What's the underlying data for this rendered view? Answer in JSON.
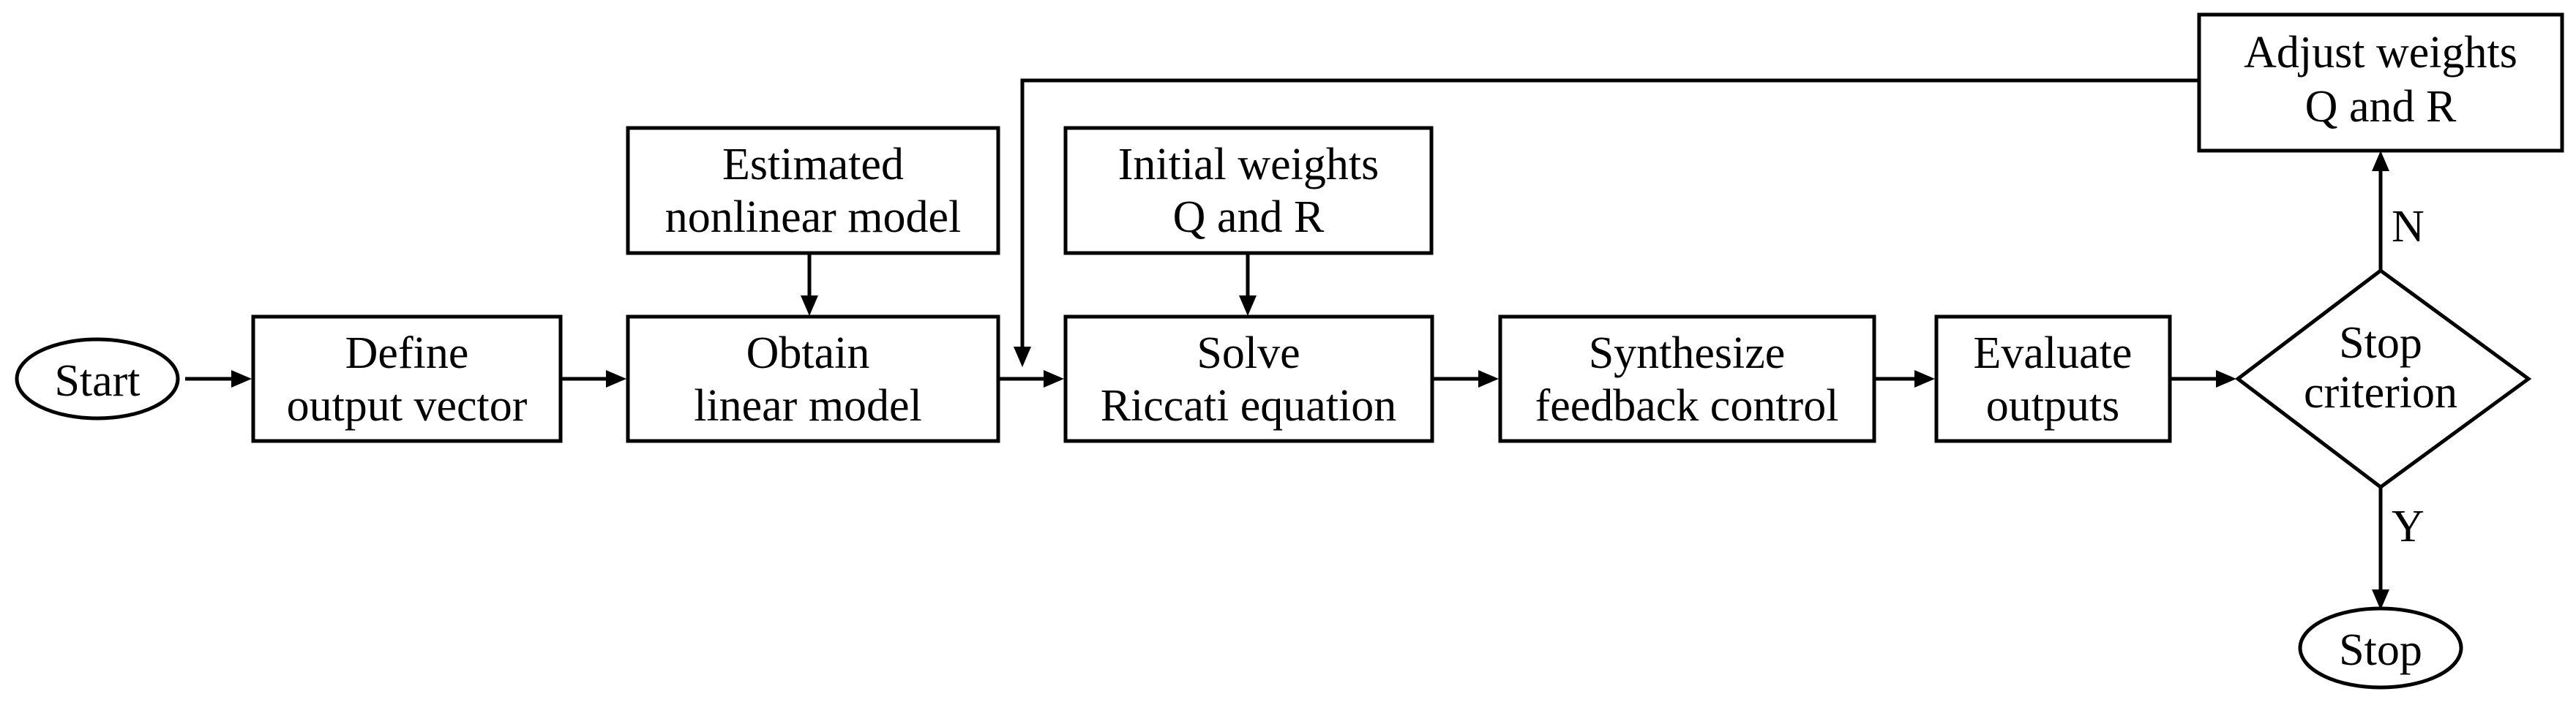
{
  "flowchart": {
    "start": "Start",
    "define_output": [
      "Define",
      "output vector"
    ],
    "estimated_model": [
      "Estimated",
      "nonlinear model"
    ],
    "obtain_linear": [
      "Obtain",
      "linear model"
    ],
    "initial_weights": [
      "Initial weights",
      "Q and R"
    ],
    "solve_riccati": [
      "Solve",
      "Riccati equation"
    ],
    "synthesize": [
      "Synthesize",
      "feedback control"
    ],
    "evaluate": [
      "Evaluate",
      "outputs"
    ],
    "stop_criterion": [
      "Stop",
      "criterion"
    ],
    "adjust_weights": [
      "Adjust weights",
      "Q and R"
    ],
    "stop": "Stop",
    "branch_no": "N",
    "branch_yes": "Y"
  }
}
